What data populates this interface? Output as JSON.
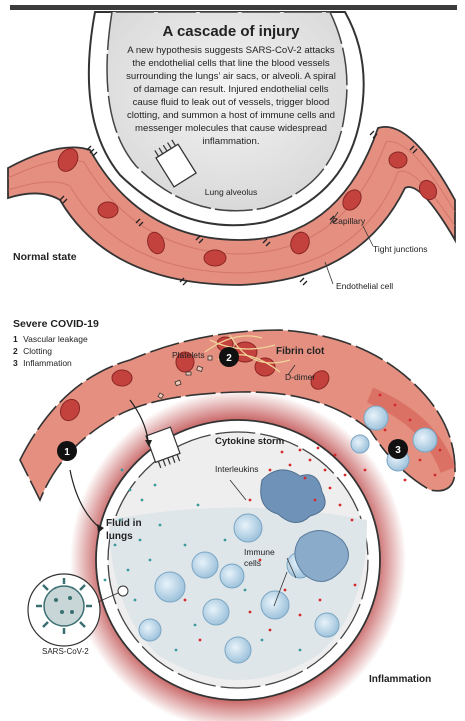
{
  "title": "A cascade of injury",
  "intro_lines": [
    "A new hypothesis suggests SARS-CoV-2 attacks",
    "the endothelial cells that line the blood vessels",
    "surrounding the lungs’ air sacs, or alveoli. A spiral",
    "of damage can result. Injured endothelial cells",
    "cause fluid to leak out of vessels, trigger blood",
    "clotting, and summon a host of immune cells and",
    "messenger molecules that cause widespread",
    "inflammation."
  ],
  "labels": {
    "lung_alveolus": "Lung alveolus",
    "capillary": "Capillary",
    "tight_junctions": "Tight junctions",
    "endothelial_cell": "Endothelial cell",
    "normal_state": "Normal state",
    "severe_heading": "Severe COVID-19",
    "platelets": "Platelets",
    "fibrin_clot": "Fibrin clot",
    "d_dimer": "D-dimer",
    "cytokine_storm": "Cytokine storm",
    "interleukins": "Interleukins",
    "fluid_in_lungs_1": "Fluid in",
    "fluid_in_lungs_2": "lungs",
    "immune_cells_1": "Immune",
    "immune_cells_2": "cells",
    "sars_cov_2": "SARS-CoV-2",
    "inflammation": "Inflammation"
  },
  "steps": [
    {
      "num": "1",
      "label": "Vascular leakage"
    },
    {
      "num": "2",
      "label": "Clotting"
    },
    {
      "num": "3",
      "label": "Inflammation"
    }
  ],
  "markers": [
    "1",
    "2",
    "3"
  ],
  "colors": {
    "vessel": "#e48f80",
    "vessel_dark": "#c24b45",
    "rbc": "#c4423e",
    "alveolus": "#e8e8e8",
    "immune": "#bcd7ea",
    "inflammation": "#b02020",
    "dot_red": "#d42a2a",
    "dot_teal": "#3c9a9a",
    "virus": "#3a6f72"
  }
}
